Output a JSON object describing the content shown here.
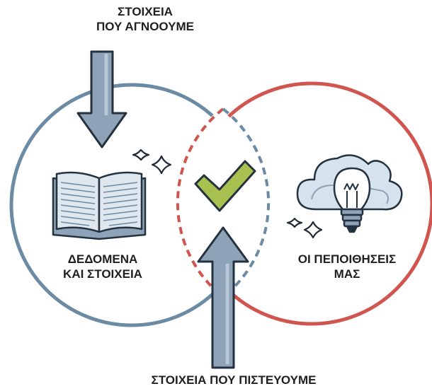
{
  "diagram": {
    "top_label": [
      "ΣΤΟΙΧΕΙΑ",
      "ΠΟΥ ΑΓΝΟΟΥΜΕ"
    ],
    "left_label": [
      "ΔΕΔΟΜΕΝΑ",
      "ΚΑΙ ΣΤΟΙΧΕΙΑ"
    ],
    "right_label": [
      "ΟΙ ΠΕΠΟΙΘΗΣΕΙΣ",
      "ΜΑΣ"
    ],
    "bottom_label": "ΣΤΟΙΧΕΙΑ ΠΟΥ ΠΙΣΤΕΥΟΥΜΕ",
    "colors": {
      "left_circle": "#6b8aa3",
      "right_circle": "#d0554f",
      "arrow_fill": "#8ea3b8",
      "arrow_stroke": "#243240",
      "check": "#a7c04f",
      "sparkle": "#1f2a36"
    },
    "icons": [
      "down-arrow-icon",
      "up-arrow-icon",
      "open-book-icon",
      "cloud-lightbulb-icon",
      "checkmark-icon",
      "sparkle-icon"
    ]
  }
}
